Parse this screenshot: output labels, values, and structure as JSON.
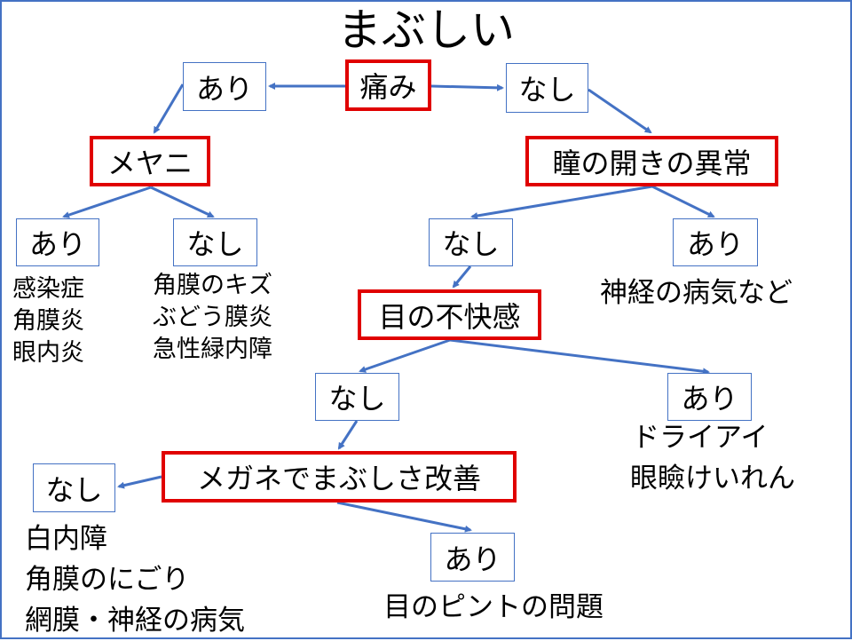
{
  "title": "まぶしい",
  "nodes": {
    "pain": "痛み",
    "pain_yes": "あり",
    "pain_no": "なし",
    "discharge": "メヤニ",
    "discharge_yes": "あり",
    "discharge_no": "なし",
    "pupil": "瞳の開きの異常",
    "pupil_no": "なし",
    "pupil_yes": "あり",
    "discomfort": "目の不快感",
    "discomfort_no": "なし",
    "discomfort_yes": "あり",
    "glasses": "メガネでまぶしさ改善",
    "glasses_no": "なし",
    "glasses_yes": "あり"
  },
  "results": {
    "discharge_yes": [
      "感染症",
      "角膜炎",
      "眼内炎"
    ],
    "discharge_no": [
      "角膜のキズ",
      "ぶどう膜炎",
      "急性緑内障"
    ],
    "pupil_yes": [
      "神経の病気など"
    ],
    "discomfort_yes": [
      "ドライアイ",
      "眼瞼けいれん"
    ],
    "glasses_no": [
      "白内障",
      "角膜のにごり",
      "網膜・神経の病気"
    ],
    "glasses_yes": [
      "目のピントの問題"
    ]
  },
  "colors": {
    "question_border": "#e00000",
    "answer_border": "#4472c4",
    "arrow": "#4472c4"
  }
}
